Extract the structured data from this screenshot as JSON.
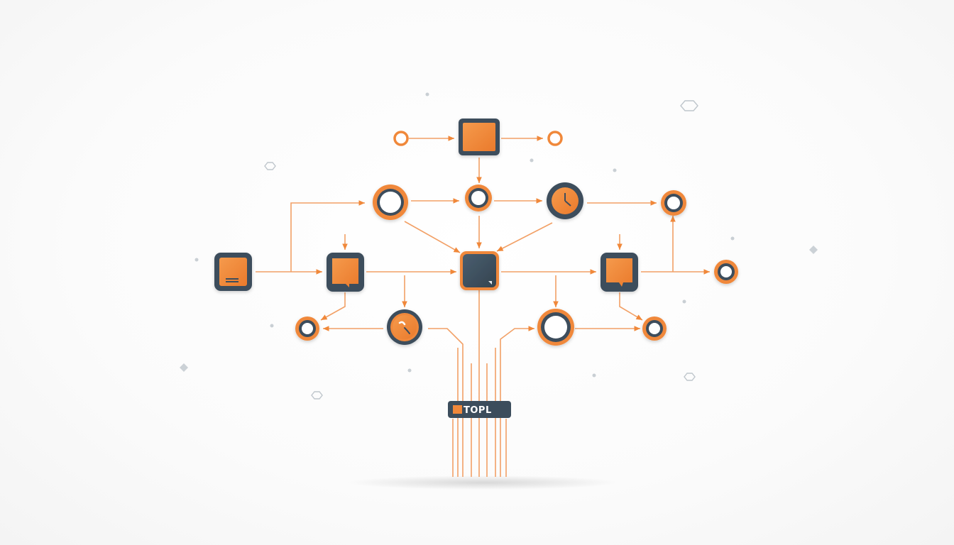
{
  "colors": {
    "accent": "#f0883a",
    "dark": "#3c4d5c",
    "light_node": "#ffffff",
    "line": "#f2a066",
    "dot": "#c9cfd4"
  },
  "label": {
    "text": "TOPL",
    "icon": "orange-square-icon"
  },
  "nodes": [
    {
      "id": "top-square",
      "kind": "square-orange",
      "icon": "square-icon"
    },
    {
      "id": "top-left-ring",
      "kind": "ring-orange"
    },
    {
      "id": "top-right-ring",
      "kind": "ring-orange"
    },
    {
      "id": "ring-a",
      "kind": "ring-large"
    },
    {
      "id": "ring-b",
      "kind": "ring-medium"
    },
    {
      "id": "clock-node",
      "kind": "circle-dark",
      "icon": "clock-icon"
    },
    {
      "id": "ring-c",
      "kind": "ring-medium"
    },
    {
      "id": "doc-node",
      "kind": "square-orange",
      "icon": "document-icon"
    },
    {
      "id": "page-node-left",
      "kind": "square-orange",
      "icon": "page-icon"
    },
    {
      "id": "hub-node",
      "kind": "square-dark",
      "icon": "hub-icon"
    },
    {
      "id": "page-node-right",
      "kind": "square-orange",
      "icon": "page-icon"
    },
    {
      "id": "ring-d",
      "kind": "ring-medium"
    },
    {
      "id": "ring-e",
      "kind": "ring-small"
    },
    {
      "id": "orb-node",
      "kind": "circle-orange",
      "icon": "orb-icon"
    },
    {
      "id": "ring-f",
      "kind": "ring-large"
    },
    {
      "id": "ring-g",
      "kind": "ring-small"
    }
  ]
}
